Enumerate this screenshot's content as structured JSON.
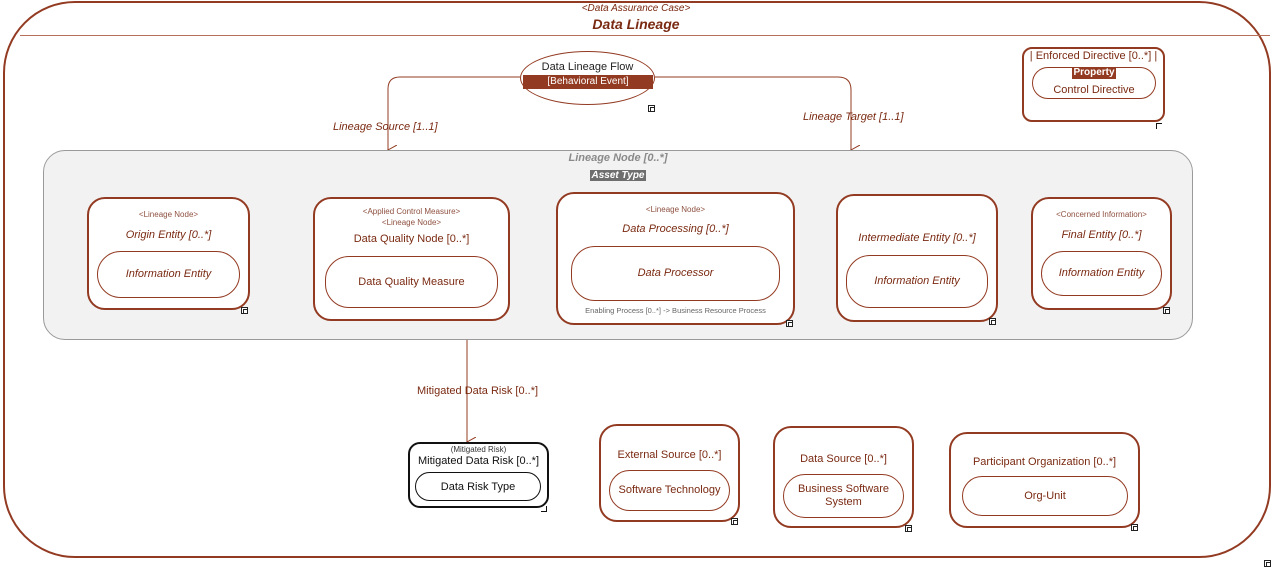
{
  "case": {
    "stereotype": "<Data Assurance Case>",
    "title": "Data Lineage"
  },
  "event": {
    "title": "Data Lineage Flow",
    "badge": "[Behavioral Event]"
  },
  "relations": {
    "source": "Lineage Source [1..1]",
    "target": "Lineage Target [1..1]",
    "mitigated": "Mitigated Data Risk [0..*]"
  },
  "directive": {
    "title": "| Enforced Directive [0..*] |",
    "badge": "Property",
    "pill": "Control Directive"
  },
  "group": {
    "title": "Lineage Node [0..*]",
    "badge": "Asset Type"
  },
  "nodes": [
    {
      "stereotype": "<Lineage Node>",
      "title": "Origin Entity [0..*]",
      "pill": "Information Entity"
    },
    {
      "stereotype": "<Applied Control Measure>",
      "stereotype2": "<Lineage Node>",
      "title": "Data Quality Node [0..*]",
      "pill": "Data Quality Measure"
    },
    {
      "stereotype": "<Lineage Node>",
      "title": "Data Processing [0..*]",
      "pill": "Data Processor",
      "footer": "Enabling Process [0..*] -> Business Resource Process"
    },
    {
      "title": "Intermediate Entity [0..*]",
      "pill": "Information Entity"
    },
    {
      "stereotype": "<Concerned Information>",
      "title": "Final Entity [0..*]",
      "pill": "Information Entity"
    }
  ],
  "risk": {
    "stereotype": "(Mitigated Risk)",
    "title": "Mitigated Data Risk [0..*]",
    "pill": "Data Risk Type"
  },
  "sources": [
    {
      "title": "External Source [0..*]",
      "pill": "Software Technology"
    },
    {
      "title": "Data Source [0..*]",
      "pill": "Business Software System"
    },
    {
      "title": "Participant Organization [0..*]",
      "pill": "Org-Unit"
    }
  ],
  "colors": {
    "accent": "#933b22",
    "text": "#7a2a12",
    "group_fill": "#f2f2f2",
    "group_badge": "#6e6e6e"
  }
}
